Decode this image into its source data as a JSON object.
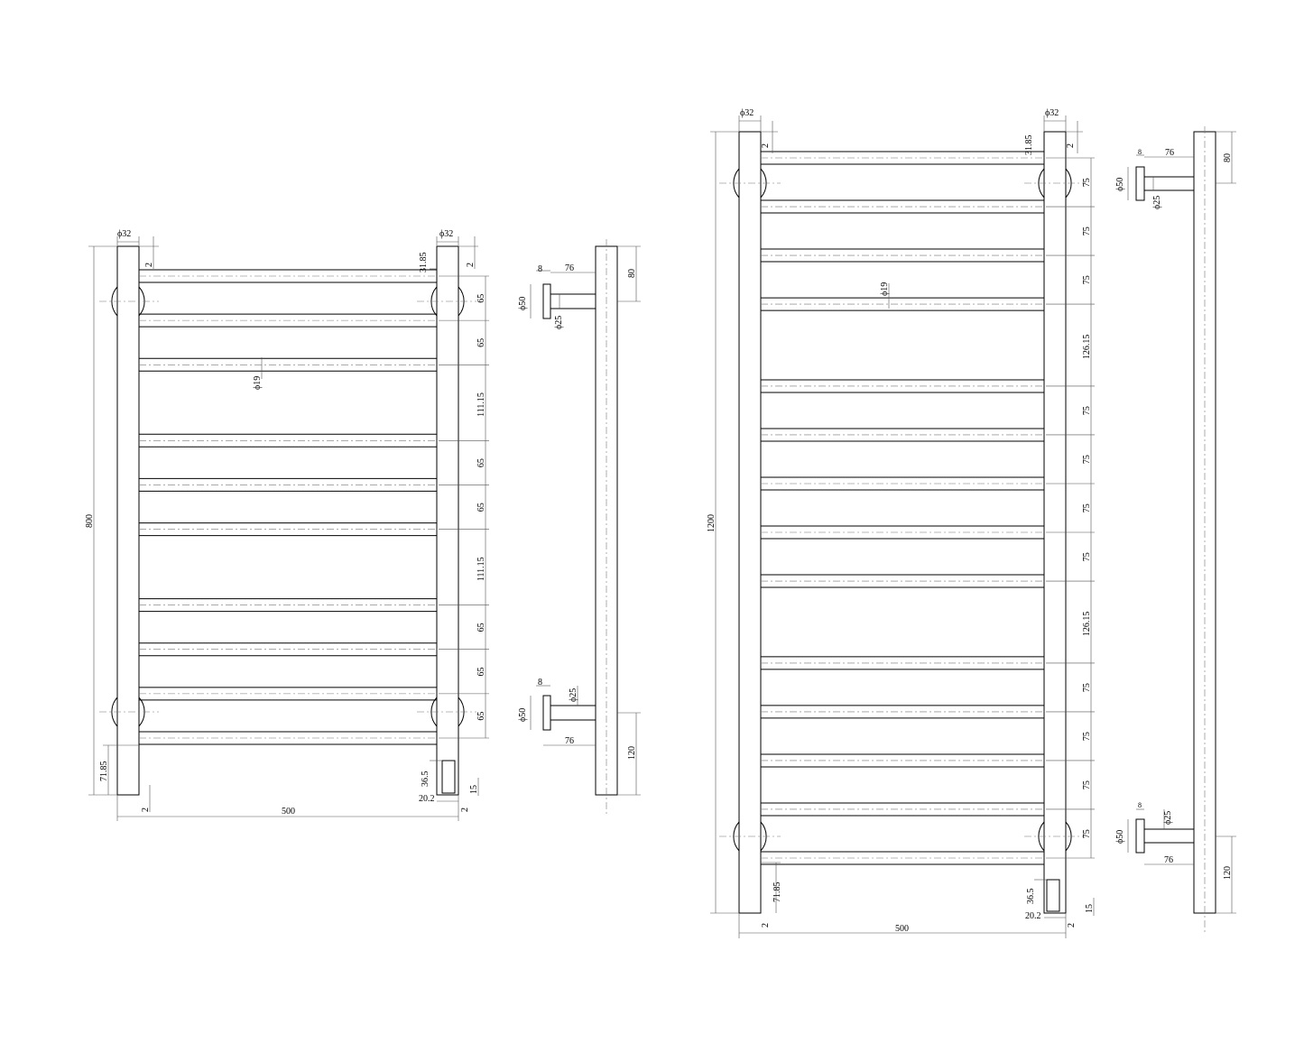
{
  "colors": {
    "line": "#000000",
    "background": "#ffffff"
  },
  "rail800": {
    "front": {
      "height_dim": "800",
      "width_dim": "500",
      "post_dia_left": "ϕ32",
      "post_dia_right": "ϕ32",
      "top_gap_left": "2",
      "top_offset": "31.85",
      "top_gap_right": "2",
      "bar_dia": "ϕ19",
      "spacings": [
        "65",
        "65",
        "111.15",
        "65",
        "65",
        "111.15",
        "65",
        "65",
        "65"
      ],
      "bottom_offset": "71.85",
      "bottom_gap_left": "2",
      "bottom_gap_right": "2",
      "conn_height": "36.5",
      "conn_width": "20.2",
      "conn_drop": "15"
    },
    "side": {
      "plate_thk_top": "8",
      "arm_len_top": "76",
      "top_dim": "80",
      "plate_dia_top": "ϕ50",
      "arm_dia_top": "ϕ25",
      "plate_thk_bot": "8",
      "arm_dia_bot": "ϕ25",
      "plate_dia_bot": "ϕ50",
      "arm_len_bot": "76",
      "bottom_dim": "120"
    }
  },
  "rail1200": {
    "front": {
      "height_dim": "1200",
      "width_dim": "500",
      "post_dia_left": "ϕ32",
      "post_dia_right": "ϕ32",
      "top_gap_left": "2",
      "top_offset": "31.85",
      "top_gap_right": "2",
      "bar_dia": "ϕ19",
      "spacings": [
        "75",
        "75",
        "75",
        "126.15",
        "75",
        "75",
        "75",
        "75",
        "126.15",
        "75",
        "75",
        "75",
        "75"
      ],
      "bottom_offset": "71.85",
      "bottom_gap_left": "2",
      "bottom_gap_right": "2",
      "conn_height": "36.5",
      "conn_width": "20.2",
      "conn_drop": "15"
    },
    "side": {
      "plate_thk_top": "8",
      "arm_len_top": "76",
      "top_dim": "80",
      "plate_dia_top": "ϕ50",
      "arm_dia_top": "ϕ25",
      "plate_thk_bot": "8",
      "arm_dia_bot": "ϕ25",
      "plate_dia_bot": "ϕ50",
      "arm_len_bot": "76",
      "bottom_dim": "120"
    }
  }
}
